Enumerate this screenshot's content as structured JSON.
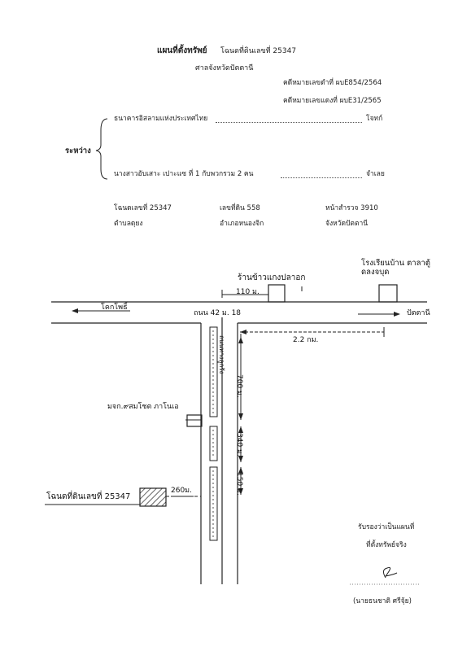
{
  "header": {
    "title": "แผนที่ตั้งทรัพย์",
    "deed_label": "โฉนดที่ดินเลขที่ 25347",
    "court": "ศาลจังหวัดปัตตานี",
    "black_case": "คดีหมายเลขดำที่ ผบE854/2564",
    "red_case": "คดีหมายเลขแดงที่ ผบE31/2565"
  },
  "parties": {
    "between": "ระหว่าง",
    "plaintiff": "ธนาคารอิสลามแห่งประเทศไทย",
    "plaintiff_role": "โจทก์",
    "defendant": "นางสาวอับเสาะ เปาะแซ ที่ 1 กับพวกรวม 2 คน",
    "defendant_role": "จำเลย"
  },
  "deed_info": {
    "deed_no": "โฉนดเลขที่ 25347",
    "land_no": "เลขที่ดิน 558",
    "survey_page": "หน้าสำรวจ 3910",
    "subdistrict": "ตำบลดุยง",
    "district": "อำเภอหนองจิก",
    "province": "จังหวัดปัตตานี"
  },
  "map": {
    "shop_label": "ร้านข้าวแกงปลาอก",
    "school_label": "โรงเรียนบ้าน ตาลาตู้ดลงจบุด",
    "dist_110": "110 ม.",
    "to_left": "โคกโพธิ์",
    "to_right": "ปัตตานี",
    "highway": "ถนน 42 ม. 18",
    "dist_22km": "2.2 กม.",
    "dist_700": "700 ม.",
    "village_road": "ถนนทางลูกรัง",
    "mosque_label": "มจก.๙สมโชต ภาโนเอ",
    "dist_340": "340 ม.",
    "dist_150": "150 ม.",
    "dist_260": "260ม.",
    "deed_map_label": "โฉนดที่ดินเลขที่ 25347"
  },
  "certification": {
    "line1": "รับรองว่าเป็นแผนที่",
    "line2": "ที่ตั้งทรัพย์จริง",
    "signer": "(นายธนชาติ ศรีจุ้ย)"
  }
}
